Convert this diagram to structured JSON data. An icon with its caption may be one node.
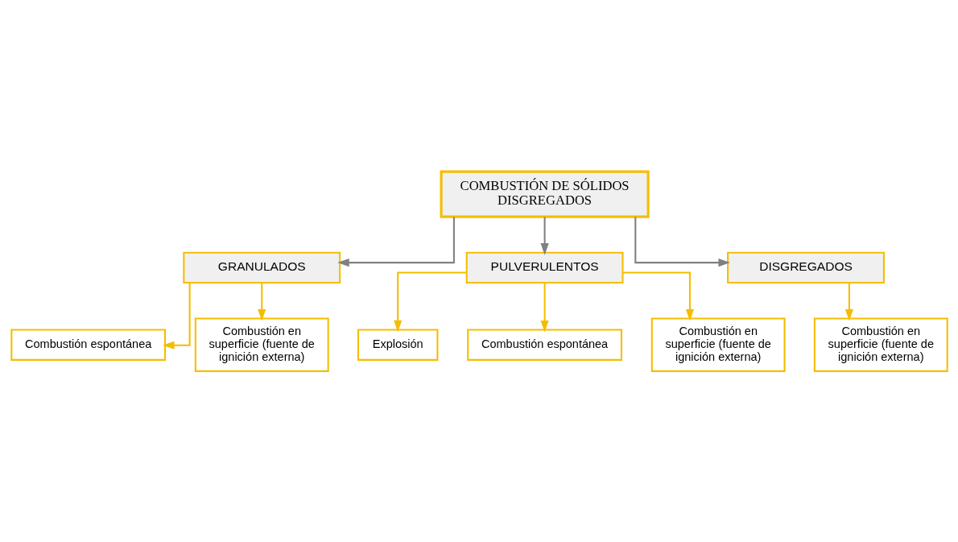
{
  "diagram": {
    "nodes": [
      {
        "text": [
          "COMBUSTIÓN DE SÓLIDOS DISGREGADOS"
        ]
      },
      {
        "text": [
          "GRANULADOS"
        ]
      },
      {
        "text": [
          "PULVERULENTOS"
        ]
      },
      {
        "text": [
          "DISGREGADOS"
        ]
      },
      {
        "text": [
          "Combustión espontánea"
        ]
      },
      {
        "text": [
          "Combustión en superficie (fuente de ignición externa)"
        ]
      },
      {
        "text": [
          "Explosión"
        ]
      },
      {
        "text": [
          "Combustión espontánea"
        ]
      },
      {
        "text": [
          "Combustión en superficie (fuente de ignición externa)"
        ]
      },
      {
        "text": [
          "Combustión en superficie (fuente de ignición externa)"
        ]
      }
    ],
    "edges": [
      {
        "from": 0,
        "to": 1,
        "arrow": "to",
        "color": "#808080"
      },
      {
        "from": 0,
        "to": 2,
        "arrow": "to",
        "color": "#808080"
      },
      {
        "from": 0,
        "to": 3,
        "arrow": "to",
        "color": "#808080"
      },
      {
        "from": 1,
        "to": 4,
        "arrow": "to"
      },
      {
        "from": 1,
        "to": 5,
        "arrow": "to"
      },
      {
        "from": 2,
        "to": 6,
        "arrow": "to"
      },
      {
        "from": 2,
        "to": 7,
        "arrow": "to"
      },
      {
        "from": 2,
        "to": 8,
        "arrow": "to"
      },
      {
        "from": 3,
        "to": 9,
        "arrow": "to"
      }
    ]
  }
}
